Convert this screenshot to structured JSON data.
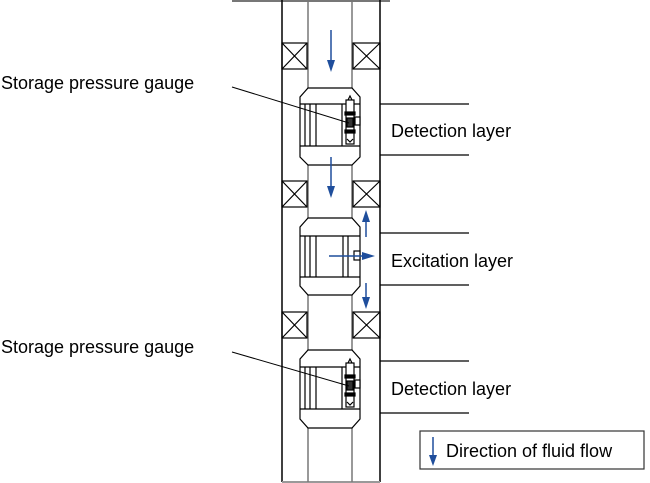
{
  "diagram": {
    "title": "",
    "labels": {
      "gauge_top": "Storage pressure gauge",
      "gauge_bottom": "Storage pressure gauge",
      "layer_detection_top": "Detection layer",
      "layer_excitation": "Excitation layer",
      "layer_detection_bottom": "Detection layer"
    },
    "legend": {
      "label": "Direction of fluid flow",
      "icon": "down-arrow-icon"
    },
    "colors": {
      "flow_arrow": "#1f4e9c",
      "line": "#000000",
      "tube_line": "#777777"
    }
  }
}
